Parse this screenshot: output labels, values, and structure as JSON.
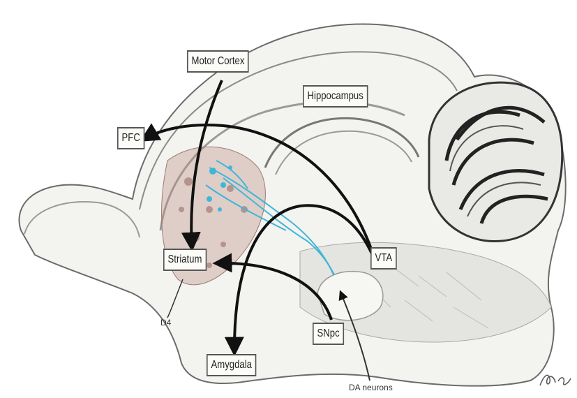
{
  "labels": {
    "motor_cortex": "Motor Cortex",
    "hippocampus": "Hippocampus",
    "pfc": "PFC",
    "striatum": "Striatum",
    "vta": "VTA",
    "snpc": "SNpc",
    "amygdala": "Amygdala"
  },
  "annotations": {
    "d4": "D4",
    "da_neurons": "DA neurons"
  },
  "colors": {
    "outline": "#6b6b6b",
    "arrow": "#111111",
    "projection": "#3fb6d6",
    "striatum_tint": "#b98a7e"
  }
}
